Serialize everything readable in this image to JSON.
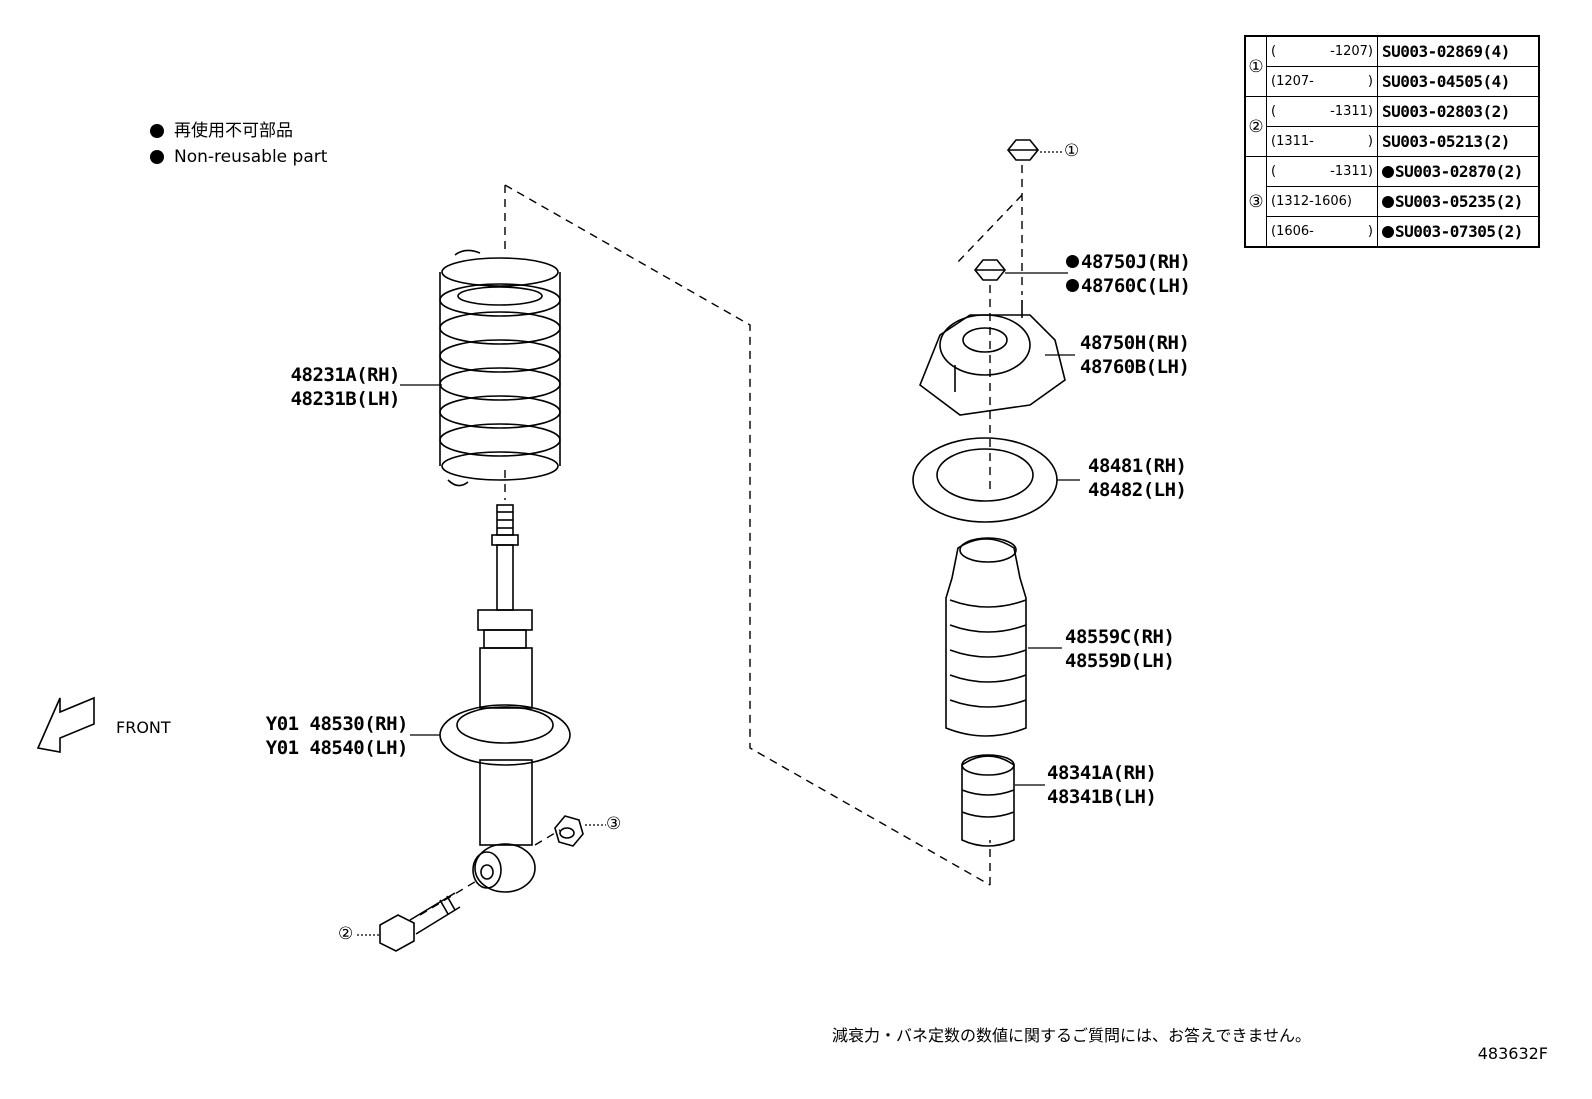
{
  "legend": {
    "line_ja": "再使用不可部品",
    "line_en": "Non-reusable part"
  },
  "labels": {
    "coil_spring": [
      "48231A(RH)",
      "48231B(LH)"
    ],
    "absorber": [
      "Y01 48530(RH)",
      "Y01 48540(LH)"
    ],
    "nut_support": [
      "48750J(RH)",
      "48760C(LH)"
    ],
    "support": [
      "48750H(RH)",
      "48760B(LH)"
    ],
    "insulator": [
      "48481(RH)",
      "48482(LH)"
    ],
    "bumper": [
      "48559C(RH)",
      "48559D(LH)"
    ],
    "bound_stopper": [
      "48341A(RH)",
      "48341B(LH)"
    ]
  },
  "callouts": {
    "c1": "①",
    "c2": "②",
    "c3": "③"
  },
  "front_label": "FRONT",
  "note": "減衰力・バネ定数の数値に関するご質問には、お答えできません。",
  "illustration_id": "483632F",
  "ref_table": [
    {
      "key": "①",
      "rows": [
        {
          "range_start": "(",
          "range_end": "-1207)",
          "part": "SU003-02869(4)",
          "non_reusable": false
        },
        {
          "range_start": "(1207-",
          "range_end": ")",
          "part": "SU003-04505(4)",
          "non_reusable": false
        }
      ]
    },
    {
      "key": "②",
      "rows": [
        {
          "range_start": "(",
          "range_end": "-1311)",
          "part": "SU003-02803(2)",
          "non_reusable": false
        },
        {
          "range_start": "(1311-",
          "range_end": ")",
          "part": "SU003-05213(2)",
          "non_reusable": false
        }
      ]
    },
    {
      "key": "③",
      "rows": [
        {
          "range_start": "(",
          "range_end": "-1311)",
          "part": "SU003-02870(2)",
          "non_reusable": true
        },
        {
          "range_start": "(1312-1606)",
          "range_end": "",
          "part": "SU003-05235(2)",
          "non_reusable": true
        },
        {
          "range_start": "(1606-",
          "range_end": ")",
          "part": "SU003-07305(2)",
          "non_reusable": true
        }
      ]
    }
  ]
}
